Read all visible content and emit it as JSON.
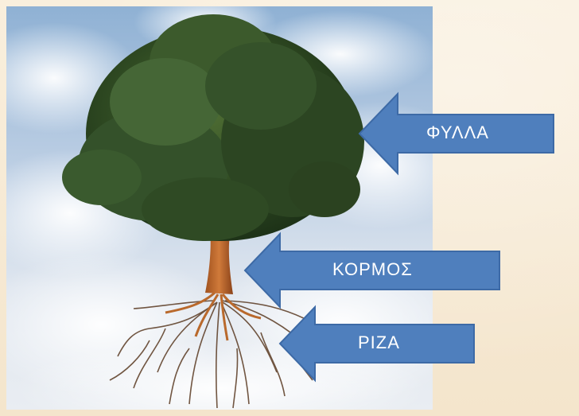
{
  "labels": {
    "leaves": "ΦΥΛΛΑ",
    "trunk": "ΚΟΡΜΟΣ",
    "root": "ΡΙΖΑ"
  },
  "colors": {
    "arrow_fill": "#4f7fbd",
    "arrow_stroke": "#3d6aa6",
    "label_text": "#ffffff"
  }
}
